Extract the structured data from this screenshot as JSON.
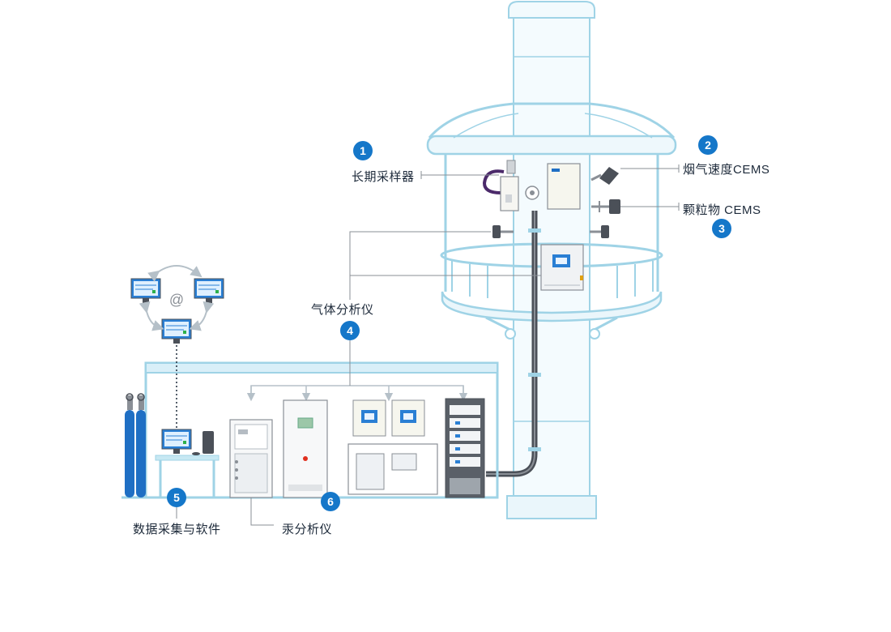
{
  "colors": {
    "structure_stroke": "#9fd3e6",
    "structure_fill": "#eaf6fb",
    "badge": "#1577c9",
    "leader_line": "#8a8f96",
    "cable": "#5a6068",
    "gas_cylinder": "#1f6fc4",
    "screen": "#2a7fd4",
    "label_text": "#1d2a3a"
  },
  "callouts": [
    {
      "number": "1",
      "label": "长期采样器"
    },
    {
      "number": "2",
      "label": "烟气速度CEMS"
    },
    {
      "number": "3",
      "label": "颗粒物 CEMS"
    },
    {
      "number": "4",
      "label": "气体分析仪"
    },
    {
      "number": "5",
      "label": "数据采集与软件"
    },
    {
      "number": "6",
      "label": "汞分析仪"
    }
  ],
  "network_symbol": "@",
  "icons": {
    "workstation": "monitor-icon",
    "network_link": "at-sign-icon",
    "cylinder": "gas-cylinder-icon",
    "stack": "chimney-stack-icon"
  }
}
